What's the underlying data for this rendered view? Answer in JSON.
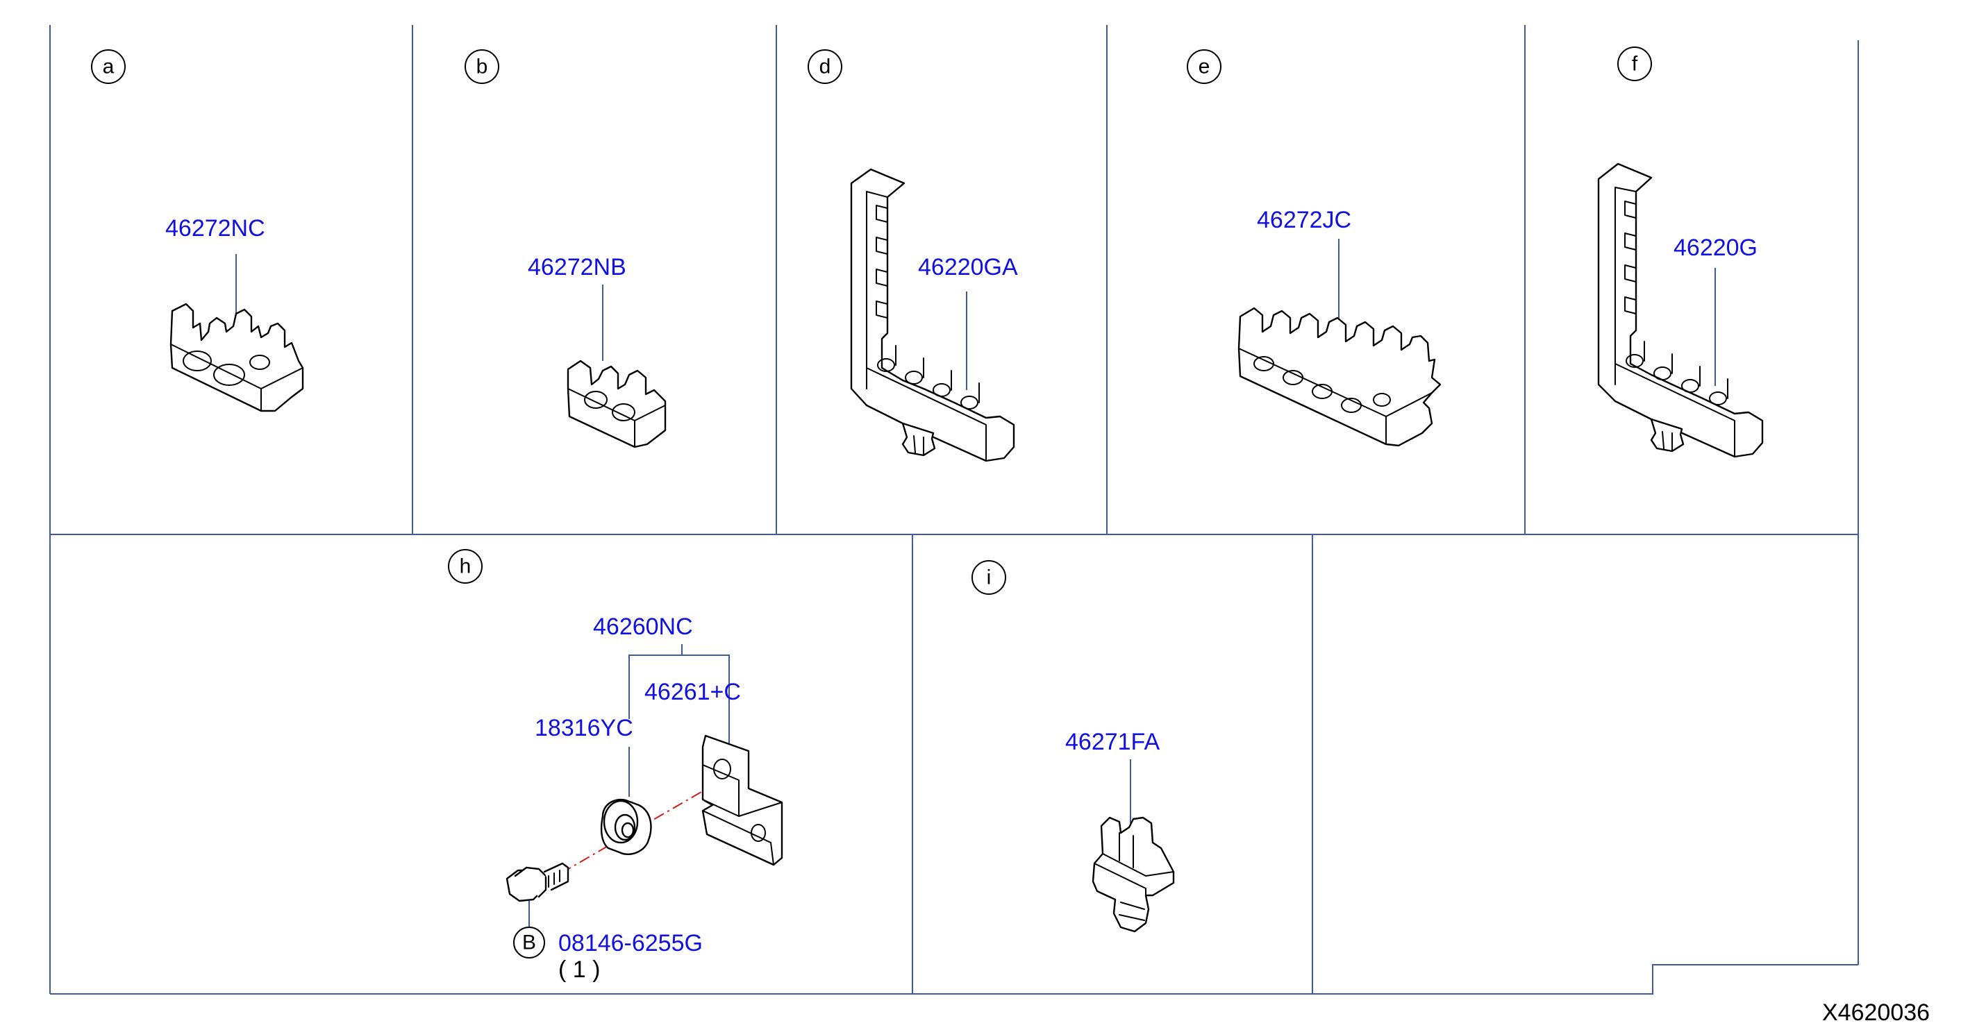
{
  "sections": {
    "a": {
      "letter": "a",
      "part": "46272NC"
    },
    "b": {
      "letter": "b",
      "part": "46272NB"
    },
    "d": {
      "letter": "d",
      "part": "46220GA"
    },
    "e": {
      "letter": "e",
      "part": "46272JC"
    },
    "f": {
      "letter": "f",
      "part": "46220G"
    },
    "h": {
      "letter": "h",
      "assembly": "46260NC",
      "bracket": "46261+C",
      "grommet": "18316YC",
      "bolt_marker": "B",
      "bolt": "08146-6255G",
      "bolt_qty": "( 1 )"
    },
    "i": {
      "letter": "i",
      "part": "46271FA"
    }
  },
  "diagram_code": "X4620036",
  "colors": {
    "grid": "#3d5aa8",
    "part_number": "#1010e0",
    "center_line": "#cc2020"
  }
}
